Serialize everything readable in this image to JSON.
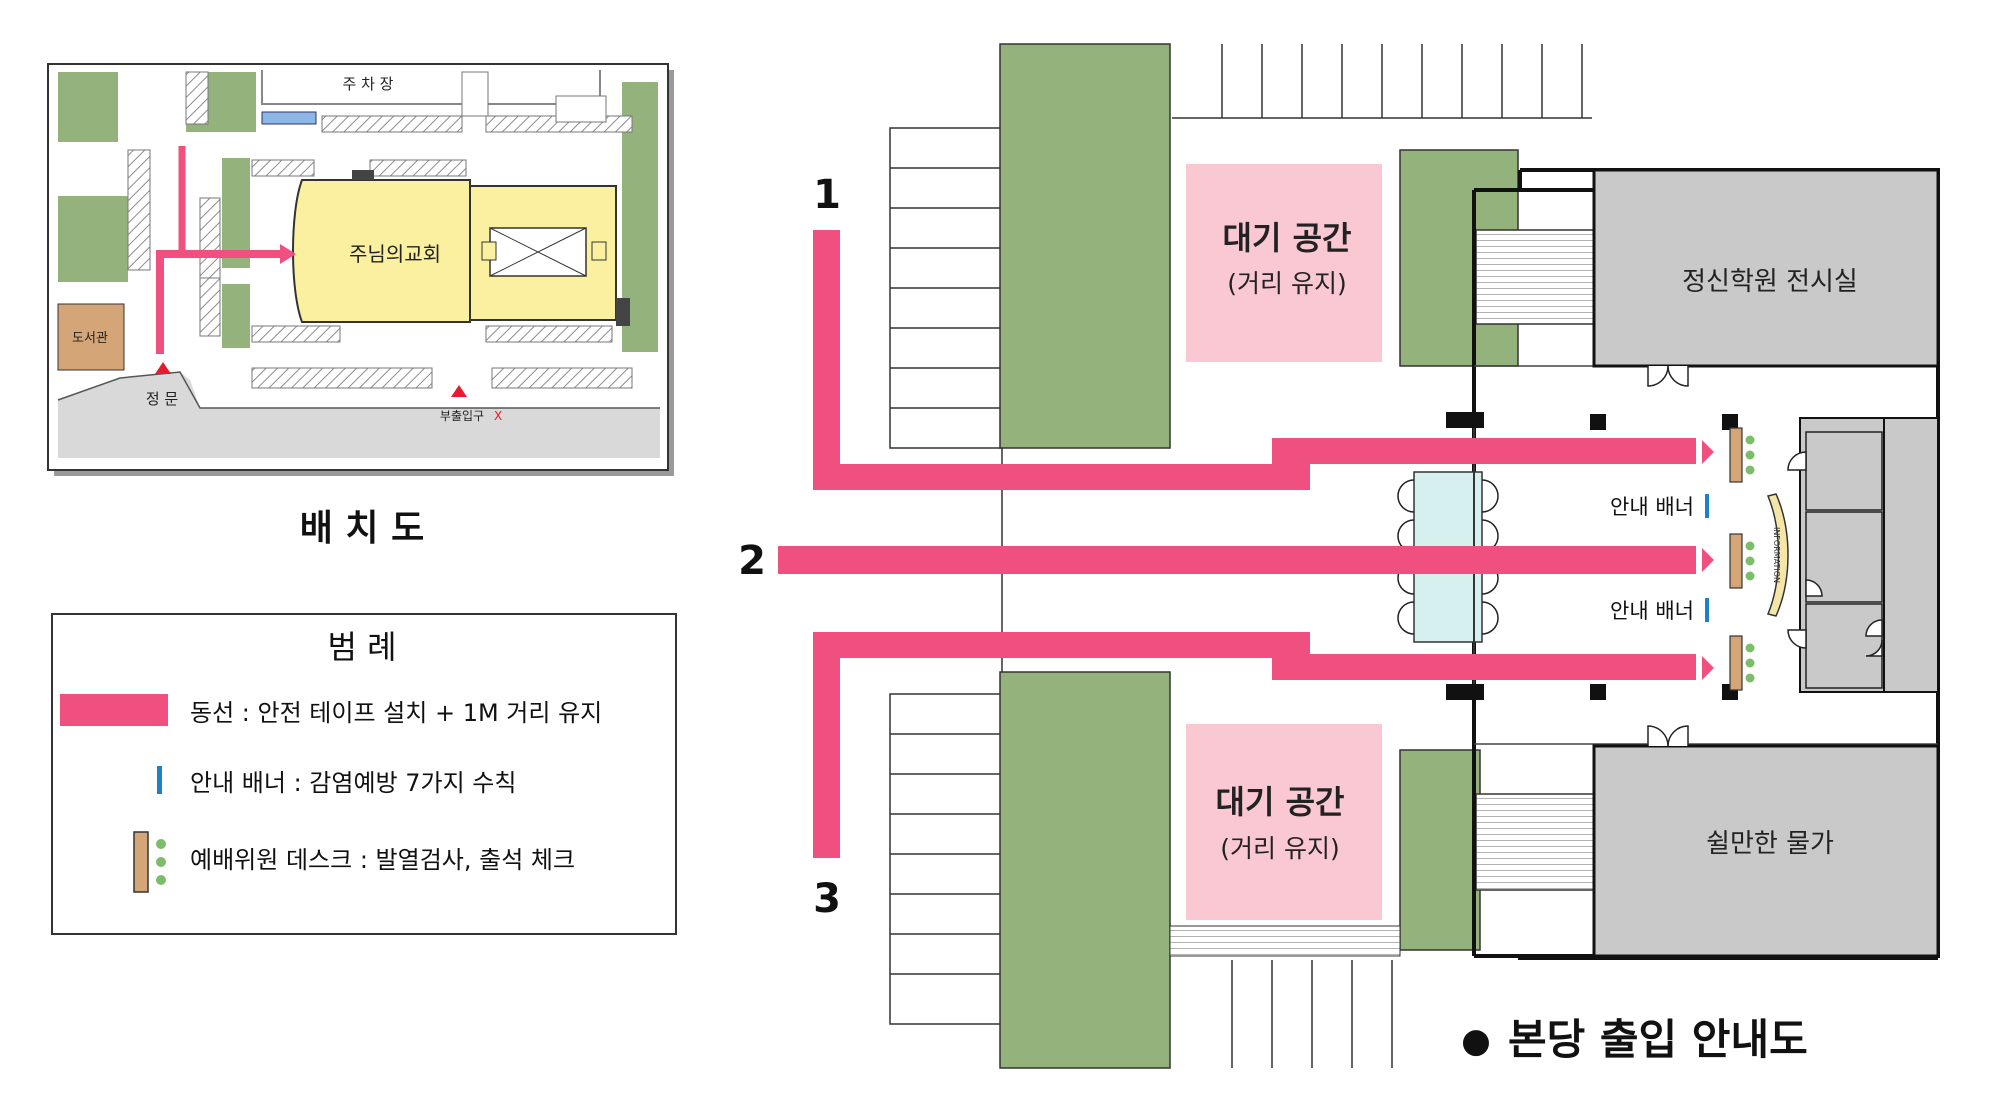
{
  "site_plan": {
    "parking_label": "주 차 장",
    "church_label": "주님의교회",
    "library_label": "도서관",
    "main_gate_label": "정 문",
    "side_exit_label": "부출입구",
    "side_exit_mark": "X",
    "caption": "배 치 도"
  },
  "legend": {
    "title": "범 례",
    "items": [
      {
        "symbol": "pink-route",
        "text": "동선 : 안전 테이프 설치 + 1M 거리 유지"
      },
      {
        "symbol": "blue-banner",
        "text": "안내 배너 : 감염예방 7가지 수칙"
      },
      {
        "symbol": "desk",
        "text": "예배위원 데스크 : 발열검사, 출석 체크"
      }
    ]
  },
  "floor_plan": {
    "route_numbers": [
      "1",
      "2",
      "3"
    ],
    "waiting_area_top": {
      "title": "대기 공간",
      "subtitle": "(거리 유지)"
    },
    "waiting_area_bottom": {
      "title": "대기 공간",
      "subtitle": "(거리 유지)"
    },
    "exhibition_room": "정신학원 전시실",
    "shop": "쉴만한 물가",
    "banner_label_1": "안내 배너",
    "banner_label_2": "안내 배너",
    "information_label": "INFORMATION",
    "caption_bullet": "●",
    "caption": "본당 출입 안내도"
  },
  "colors": {
    "route": "#f0507f",
    "grass": "#93b27c",
    "waiting": "#f9c8d3",
    "building": "#c9c9c9",
    "yellow_building": "#faf0a0",
    "glass": "#d6f0f0",
    "desk": "#d4a577",
    "banner": "#1f7fc7"
  }
}
